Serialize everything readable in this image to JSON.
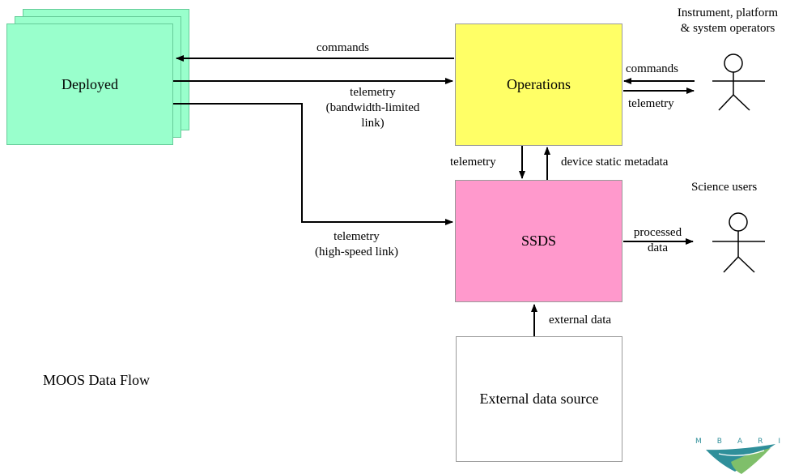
{
  "diagram": {
    "title": "MOOS Data Flow",
    "nodes": {
      "deployed": "Deployed",
      "operations": "Operations",
      "ssds": "SSDS",
      "external_source": "External data source"
    },
    "actors": {
      "operators": [
        "Instrument, platform",
        "& system operators"
      ],
      "science_users": "Science users"
    },
    "edges": {
      "commands_to_deployed": "commands",
      "telemetry_deployed_to_ops": [
        "telemetry",
        "(bandwidth-limited",
        "link)"
      ],
      "telemetry_deployed_to_ssds": [
        "telemetry",
        "(high-speed link)"
      ],
      "ops_actor_commands": "commands",
      "ops_actor_telemetry": "telemetry",
      "ops_to_ssds_telemetry": "telemetry",
      "ssds_to_ops_metadata": "device static metadata",
      "ssds_processed": [
        "processed",
        "data"
      ],
      "external_data": "external data"
    },
    "logo": {
      "letters": "M B A R I",
      "colors": {
        "teal": "#2f8f9a",
        "green": "#7fbf6a"
      }
    },
    "colors": {
      "deployed": "#99ffcc",
      "operations": "#ffff66",
      "ssds": "#ff99cc",
      "external": "#ffffff"
    }
  }
}
